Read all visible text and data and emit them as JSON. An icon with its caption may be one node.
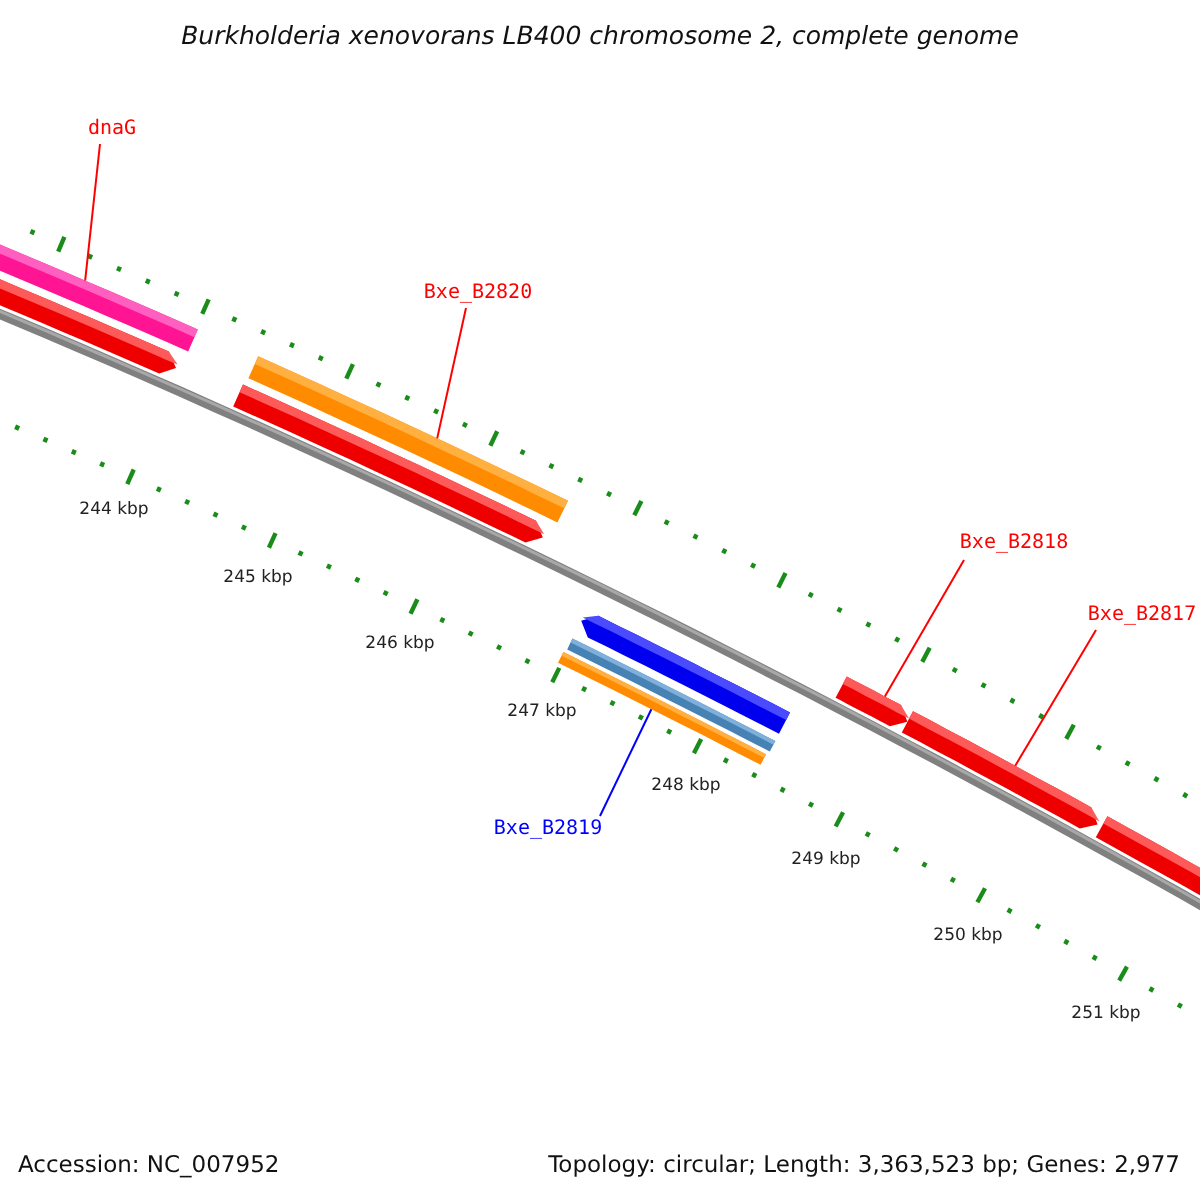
{
  "diagram": {
    "title": "Burkholderia xenovorans LB400 chromosome 2, complete genome",
    "nodes": [
      {
        "text": [
          "dnaG"
        ]
      },
      {
        "text": [
          "Bxe_B2820"
        ]
      },
      {
        "text": [
          "Bxe_B2818"
        ]
      },
      {
        "text": [
          "Bxe_B2817"
        ]
      },
      {
        "text": [
          "Bxe_B2819"
        ]
      },
      {
        "text": [],
        "shape": "bar"
      },
      {
        "text": [],
        "shape": "bar"
      },
      {
        "text": [],
        "shape": "bar"
      },
      {
        "text": [],
        "shape": "bar"
      },
      {
        "text": [],
        "shape": "bar"
      },
      {
        "text": [],
        "shape": "bar"
      },
      {
        "text": [],
        "shape": "bar"
      },
      {
        "text": [],
        "shape": "bar"
      },
      {
        "text": [],
        "shape": "bar"
      },
      {
        "text": [],
        "shape": "bar"
      }
    ],
    "edges": [
      {
        "from": 0,
        "to": 5,
        "arrow": "none"
      },
      {
        "from": 1,
        "to": 8,
        "arrow": "none"
      },
      {
        "from": 2,
        "to": 12,
        "arrow": "none"
      },
      {
        "from": 3,
        "to": 13,
        "arrow": "none"
      },
      {
        "from": 4,
        "to": 9,
        "arrow": "none",
        "color": "#0000ff"
      }
    ],
    "labels": [
      "244 kbp",
      "245 kbp",
      "246 kbp",
      "247 kbp",
      "248 kbp",
      "249 kbp",
      "250 kbp",
      "251 kbp",
      "Accession: NC_007952",
      "Topology: circular; Length: 3,363,523 bp; Genes: 2,977"
    ]
  }
}
